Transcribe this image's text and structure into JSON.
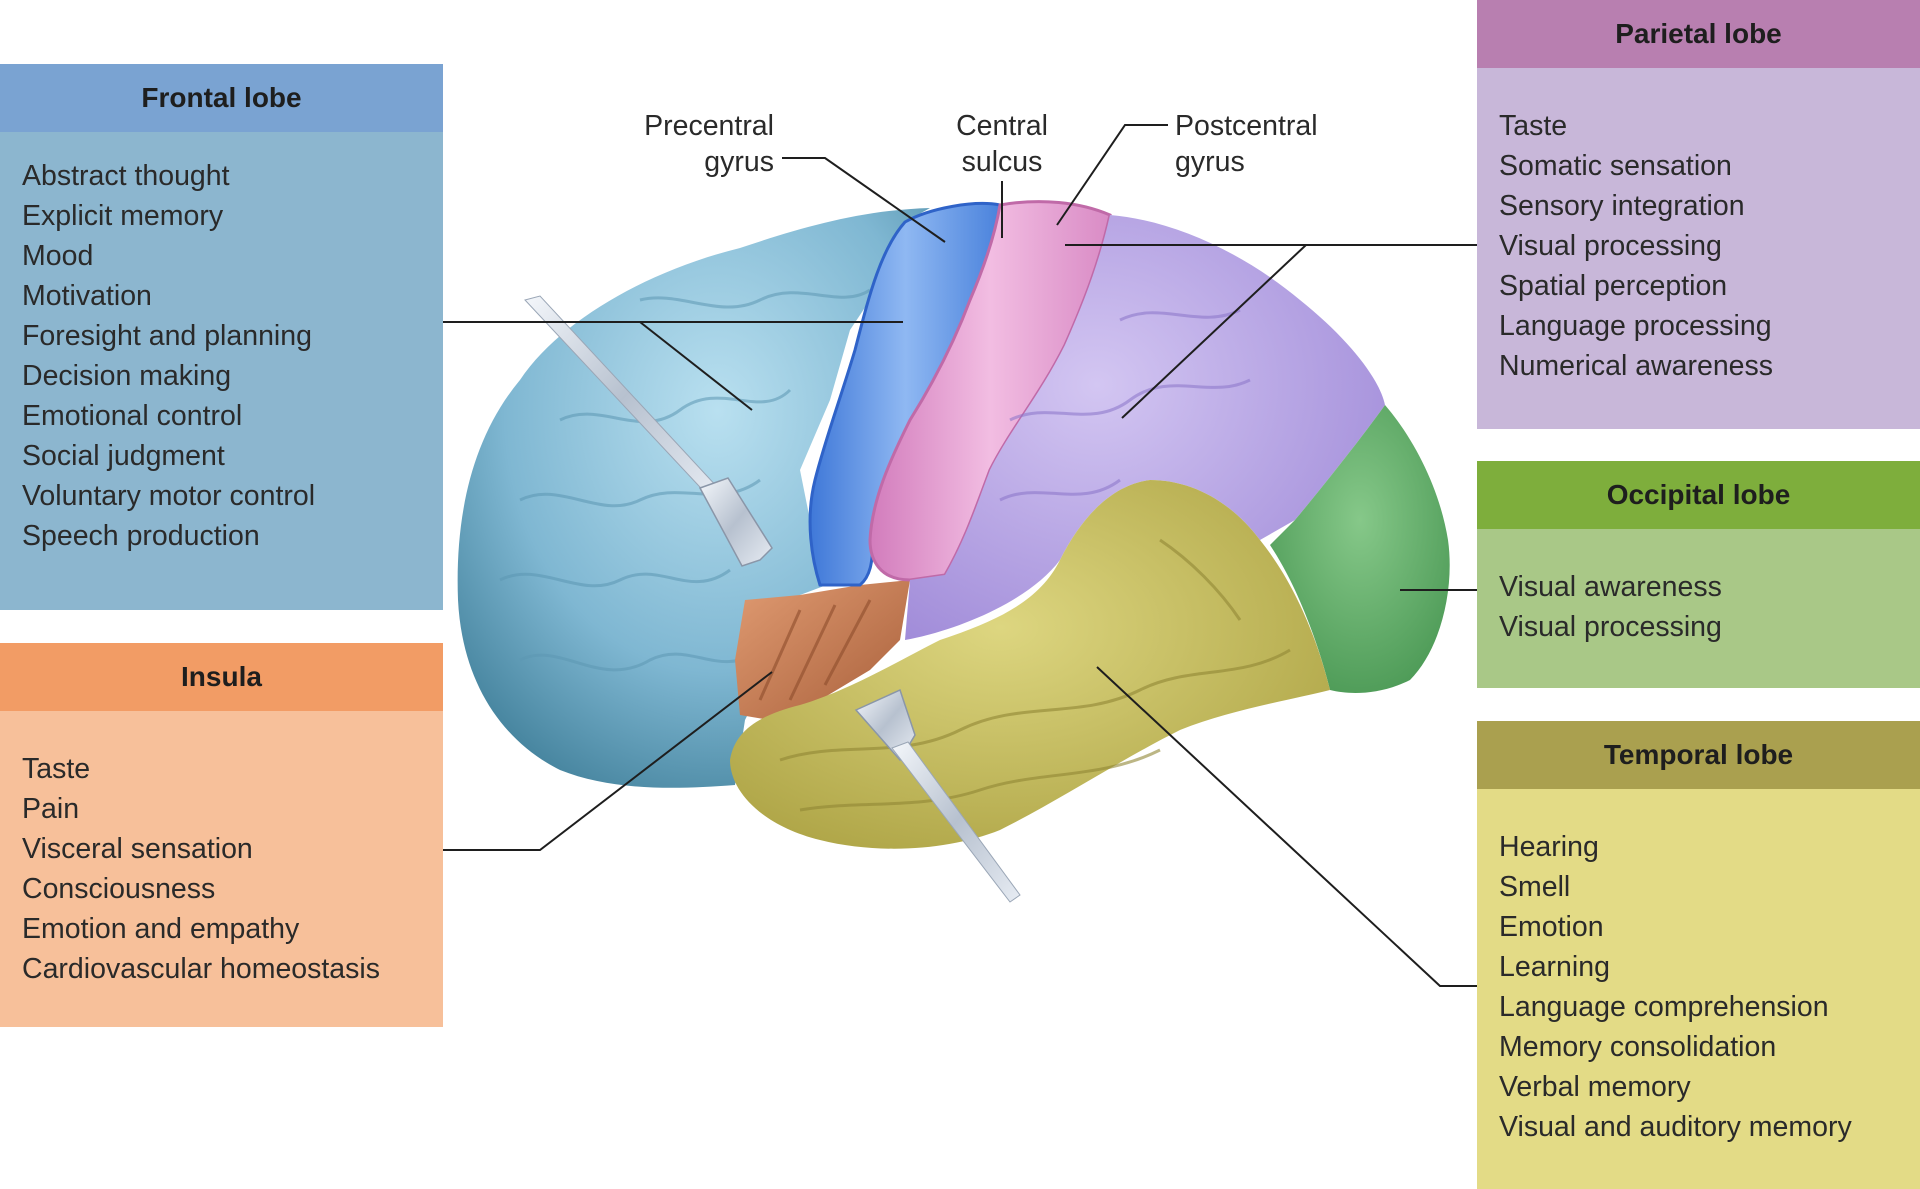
{
  "boxes": {
    "frontal": {
      "title": "Frontal lobe",
      "items": [
        "Abstract thought",
        "Explicit memory",
        "Mood",
        "Motivation",
        "Foresight and planning",
        "Decision making",
        "Emotional control",
        "Social judgment",
        "Voluntary motor control",
        "Speech production"
      ]
    },
    "insula": {
      "title": "Insula",
      "items": [
        "Taste",
        "Pain",
        "Visceral sensation",
        "Consciousness",
        "Emotion and empathy",
        "Cardiovascular homeostasis"
      ]
    },
    "parietal": {
      "title": "Parietal lobe",
      "items": [
        "Taste",
        "Somatic sensation",
        "Sensory integration",
        "Visual processing",
        "Spatial perception",
        "Language processing",
        "Numerical awareness"
      ]
    },
    "occipital": {
      "title": "Occipital lobe",
      "items": [
        "Visual awareness",
        "Visual processing"
      ]
    },
    "temporal": {
      "title": "Temporal lobe",
      "items": [
        "Hearing",
        "Smell",
        "Emotion",
        "Learning",
        "Language comprehension",
        "Memory consolidation",
        "Verbal memory",
        "Visual and auditory memory"
      ]
    }
  },
  "labels": {
    "precentral_line1": "Precentral",
    "precentral_line2": "gyrus",
    "central_line1": "Central",
    "central_line2": "sulcus",
    "postcentral_line1": "Postcentral",
    "postcentral_line2": "gyrus"
  },
  "colors": {
    "frontal": "#8fc3dc",
    "precentral_gyrus": "#5b8fe0",
    "postcentral_gyrus": "#e39bd0",
    "parietal": "#b6a3e3",
    "occipital": "#5aa860",
    "temporal": "#c5bd5a",
    "insula": "#c97a4f"
  }
}
